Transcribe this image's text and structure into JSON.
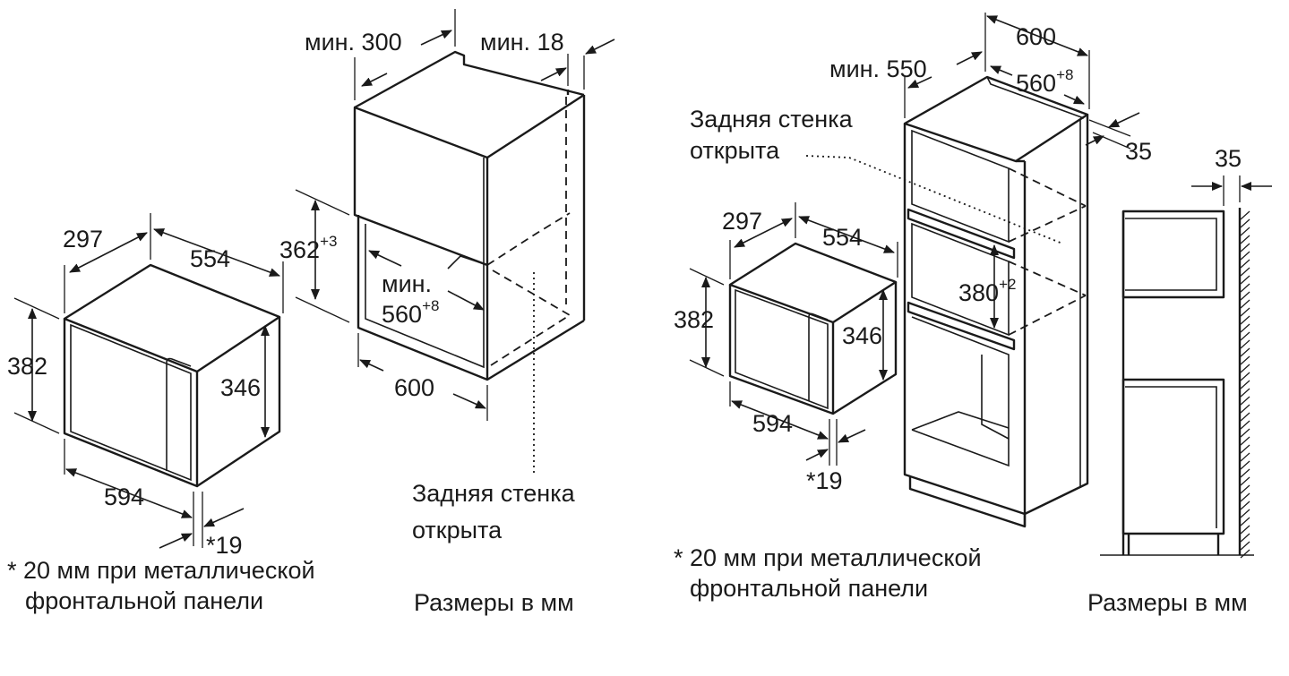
{
  "left": {
    "min300": "мин. 300",
    "min18": "мин. 18",
    "w297": "297",
    "w554": "554",
    "h382": "382",
    "h346": "346",
    "w594": "594",
    "star19": "*19",
    "h362": "362",
    "h362_tol": "+3",
    "min_label": "мин.",
    "w560": "560",
    "w560_tol": "+8",
    "w600": "600",
    "rear_open_1": "Задняя стенка",
    "rear_open_2": "открыта",
    "note_1": "* 20 мм при металлической",
    "note_2": "фронтальной панели",
    "units": "Размеры в мм"
  },
  "right": {
    "w600": "600",
    "min550": "мин. 550",
    "w560": "560",
    "w560_tol": "+8",
    "rear_open_1": "Задняя стенка",
    "rear_open_2": "открыта",
    "d35a": "35",
    "d35b": "35",
    "w297": "297",
    "w554": "554",
    "h382": "382",
    "h346": "346",
    "h380": "380",
    "h380_tol": "+2",
    "w594": "594",
    "star19": "*19",
    "note_1": "* 20 мм при металлической",
    "note_2": "фронтальной панели",
    "units": "Размеры в мм"
  }
}
